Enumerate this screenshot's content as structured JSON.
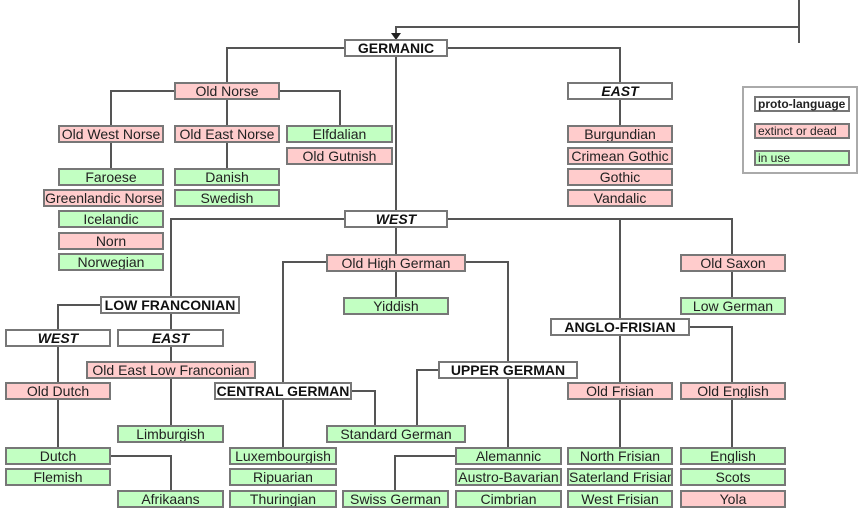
{
  "title": "Germanic language family tree",
  "colors": {
    "proto_language": "#ffffff",
    "extinct_or_dead": "#ffcccc",
    "in_use": "#c2ffc2",
    "line": "#555555",
    "border": "#777777"
  },
  "legend": {
    "proto": "proto-language",
    "extinct": "extinct or dead",
    "inuse": "in use"
  },
  "nodes": {
    "germanic": "GERMANIC",
    "old_norse": "Old Norse",
    "east": "EAST",
    "old_west_norse": "Old West Norse",
    "old_east_norse": "Old East Norse",
    "elfdalian": "Elfdalian",
    "old_gutnish": "Old Gutnish",
    "faroese": "Faroese",
    "greenlandic_norse": "Greenlandic Norse",
    "icelandic": "Icelandic",
    "norn": "Norn",
    "norwegian": "Norwegian",
    "danish": "Danish",
    "swedish": "Swedish",
    "burgundian": "Burgundian",
    "crimean_gothic": "Crimean Gothic",
    "gothic": "Gothic",
    "vandalic": "Vandalic",
    "west": "WEST",
    "old_high_german": "Old High German",
    "old_saxon": "Old Saxon",
    "yiddish": "Yiddish",
    "low_german": "Low German",
    "low_franconian": "LOW FRANCONIAN",
    "lf_west": "WEST",
    "lf_east": "EAST",
    "anglo_frisian": "ANGLO-FRISIAN",
    "old_east_low_franconian": "Old East Low Franconian",
    "upper_german": "UPPER GERMAN",
    "old_dutch": "Old Dutch",
    "central_german": "CENTRAL GERMAN",
    "old_frisian": "Old Frisian",
    "old_english": "Old English",
    "limburgish": "Limburgish",
    "standard_german": "Standard German",
    "dutch": "Dutch",
    "flemish": "Flemish",
    "afrikaans": "Afrikaans",
    "luxembourgish": "Luxembourgish",
    "ripuarian": "Ripuarian",
    "thuringian": "Thuringian",
    "swiss_german": "Swiss German",
    "alemannic": "Alemannic",
    "austro_bavarian": "Austro-Bavarian",
    "cimbrian": "Cimbrian",
    "north_frisian": "North Frisian",
    "saterland_frisian": "Saterland Frisian",
    "west_frisian": "West Frisian",
    "english": "English",
    "scots": "Scots",
    "yola": "Yola"
  }
}
